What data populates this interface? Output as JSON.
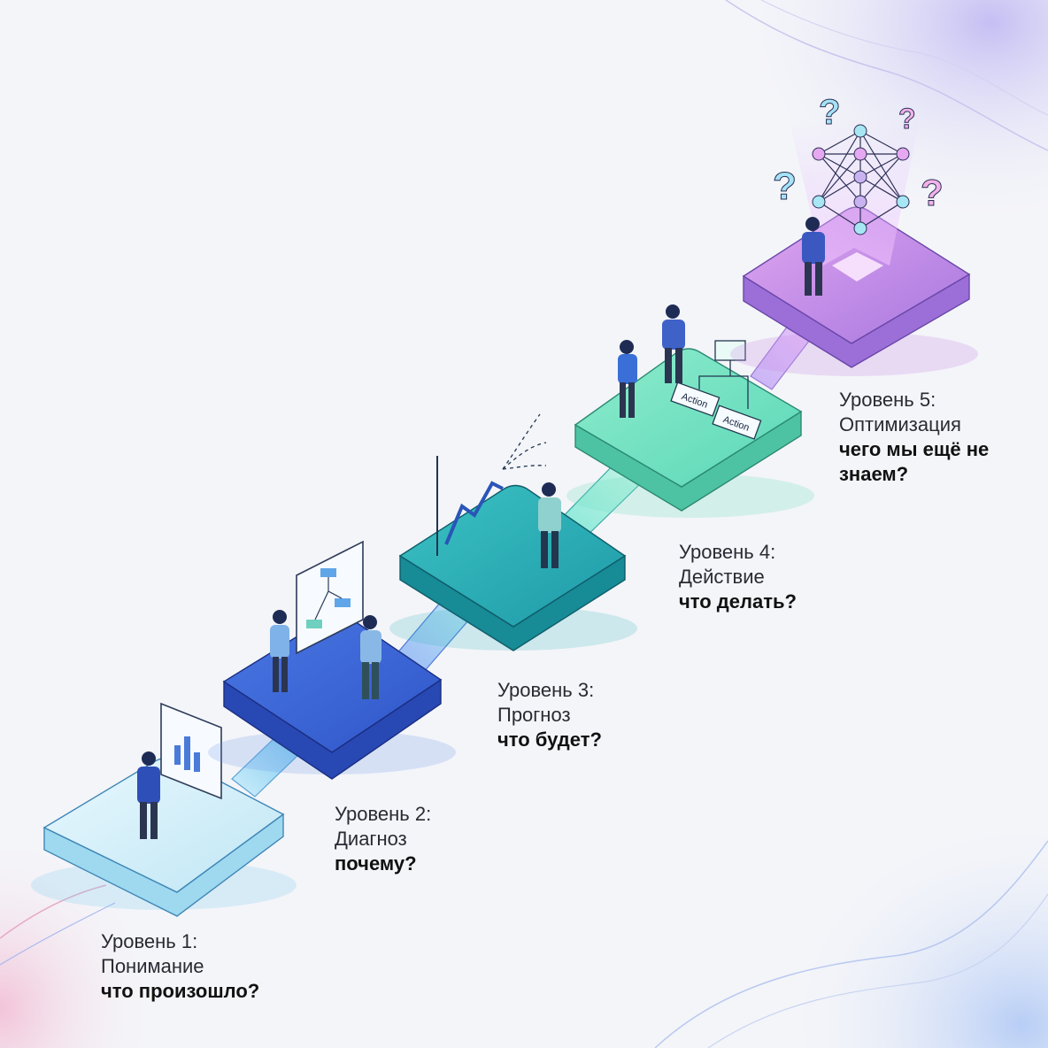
{
  "levels": [
    {
      "level": "Уровень 1:",
      "name": "Понимание",
      "question": "что произошло?",
      "color": "#cfeef8"
    },
    {
      "level": "Уровень 2:",
      "name": "Диагноз",
      "question": "почему?",
      "color": "#3d68d8"
    },
    {
      "level": "Уровень 3:",
      "name": "Прогноз",
      "question": "что будет?",
      "color": "#2fb3b8"
    },
    {
      "level": "Уровень 4:",
      "name": "Действие",
      "question": "что делать?",
      "color": "#6fe0c0"
    },
    {
      "level": "Уровень 5:",
      "name": "Оптимизация",
      "question": "чего мы ещё не знаем?",
      "color": "#c98be8"
    }
  ],
  "action_cards": [
    "Action",
    "Action"
  ],
  "icons": [
    "bar-chart-icon",
    "flowchart-icon",
    "trend-arrow-icon",
    "decision-tree-icon",
    "neural-network-icon",
    "question-mark-icon"
  ]
}
